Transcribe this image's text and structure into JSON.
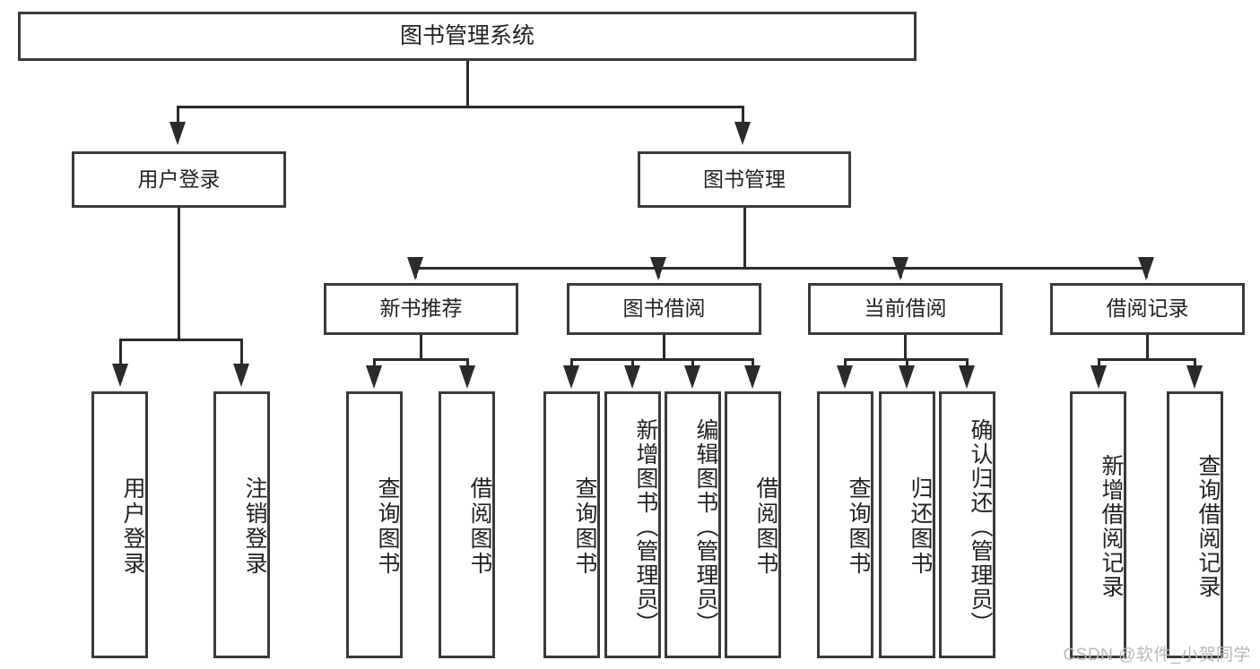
{
  "diagram": {
    "title": "图书管理系统",
    "type": "hierarchy-tree",
    "watermark": "CSDN @软件_小贺同学"
  },
  "root": {
    "label": "图书管理系统"
  },
  "level2": [
    {
      "label": "用户登录"
    },
    {
      "label": "图书管理"
    }
  ],
  "level3": [
    {
      "label": "新书推荐"
    },
    {
      "label": "图书借阅"
    },
    {
      "label": "当前借阅"
    },
    {
      "label": "借阅记录"
    }
  ],
  "leaves": {
    "user_login": [
      {
        "label": "用户登录"
      },
      {
        "label": "注销登录"
      }
    ],
    "new_book_recommend": [
      {
        "label": "查询图书"
      },
      {
        "label": "借阅图书"
      }
    ],
    "book_borrow": [
      {
        "label": "查询图书"
      },
      {
        "label": "新增图书（管理员）"
      },
      {
        "label": "编辑图书（管理员）"
      },
      {
        "label": "借阅图书"
      }
    ],
    "current_borrow": [
      {
        "label": "查询图书"
      },
      {
        "label": "归还图书"
      },
      {
        "label": "确认归还（管理员）"
      }
    ],
    "borrow_record": [
      {
        "label": "新增借阅记录"
      },
      {
        "label": "查询借阅记录"
      }
    ]
  },
  "colors": {
    "box_border": "#3a3a3a",
    "line": "#2b2b2b",
    "background": "#ffffff",
    "text": "#222222",
    "watermark": "#b9b9b9"
  }
}
